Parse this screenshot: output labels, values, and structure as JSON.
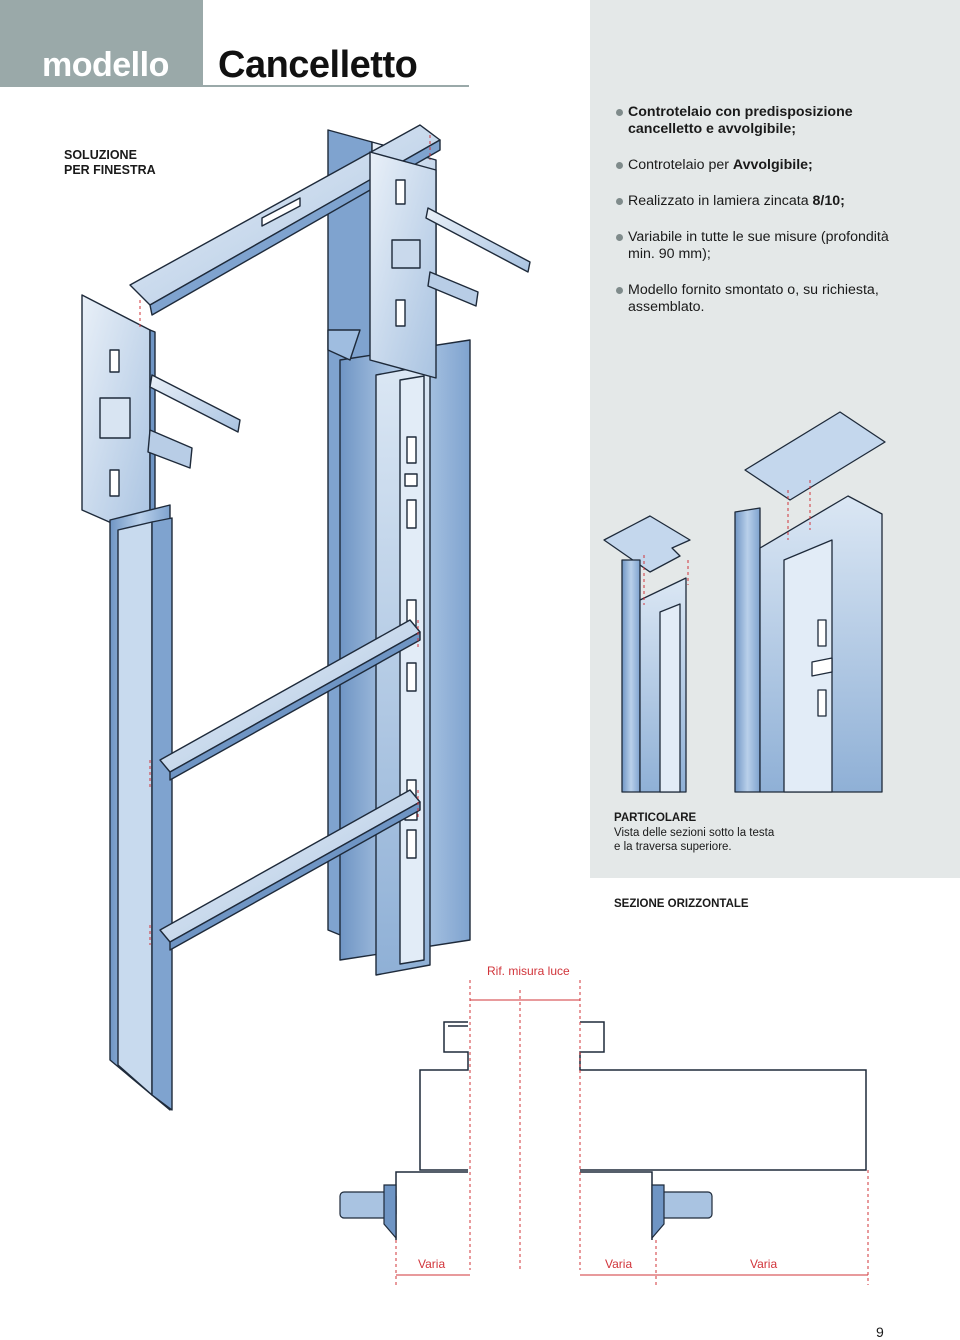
{
  "header": {
    "model_word": "modello",
    "title": "Cancelletto"
  },
  "side_label": {
    "line1": "SOLUZIONE",
    "line2": "PER FINESTRA"
  },
  "features": [
    {
      "plain": "",
      "bold": "Controtelaio con predisposizione cancelletto e avvolgibile;",
      "rest": ""
    },
    {
      "plain": "Controtelaio per ",
      "bold": "Avvolgibile;",
      "rest": ""
    },
    {
      "plain": "Realizzato in lamiera zincata ",
      "bold": "8/10;",
      "rest": ""
    },
    {
      "plain": "Variabile in tutte le sue misure (profondità min. 90 mm);",
      "bold": "",
      "rest": ""
    },
    {
      "plain": "Modello fornito smontato o, su richiesta, assemblato.",
      "bold": "",
      "rest": ""
    }
  ],
  "detail": {
    "title": "PARTICOLARE",
    "line1": "Vista delle sezioni sotto la testa",
    "line2": "e la traversa superiore."
  },
  "section": {
    "title": "SEZIONE ORIZZONTALE",
    "ref_label": "Rif. misura luce",
    "varia_1": "Varia",
    "varia_2": "Varia",
    "varia_3": "Varia"
  },
  "page_number": "9",
  "colors": {
    "header_grey": "#9aa9a9",
    "panel_bg": "#e4e8e8",
    "profile_blue": "#8fb0d6",
    "dimension_red": "#d1343a"
  }
}
